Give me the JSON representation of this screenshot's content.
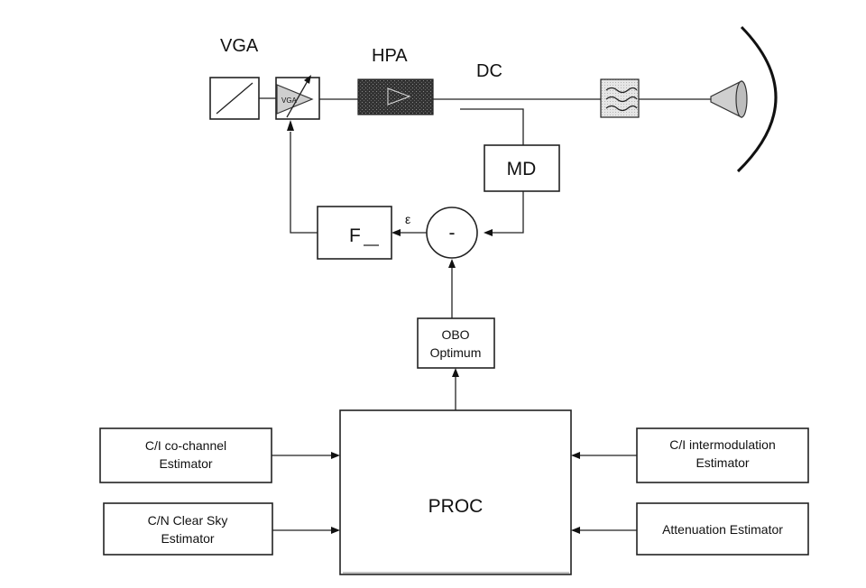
{
  "labels": {
    "vga": "VGA",
    "hpa": "HPA",
    "dc": "DC",
    "vga_chip": "VGA",
    "md": "MD",
    "filter": "F",
    "subtract": "-",
    "epsilon": "ε",
    "obo_line1": "OBO",
    "obo_line2": "Optimum",
    "proc": "PROC",
    "ci_cochannel_line1": "C/I co-channel",
    "ci_cochannel_line2": "Estimator",
    "cn_clearsky_line1": "C/N Clear Sky",
    "cn_clearsky_line2": "Estimator",
    "ci_intermod_line1": "C/I intermodulation",
    "ci_intermod_line2": "Estimator",
    "attenuation": "Attenuation Estimator"
  }
}
